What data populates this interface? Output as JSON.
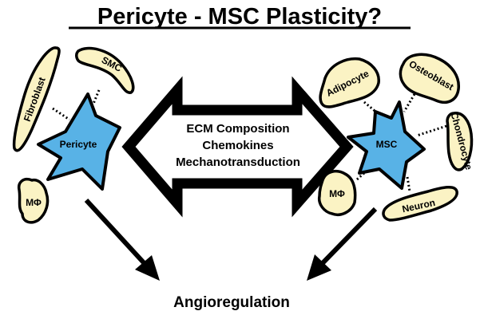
{
  "title": "Pericyte - MSC Plasticity?",
  "left_cells": {
    "center": "Pericyte",
    "fibroblast": "Fibroblast",
    "smc": "SMC",
    "macrophage": "MΦ"
  },
  "right_cells": {
    "center": "MSC",
    "adipocyte": "Adipocyte",
    "osteoblast": "Osteoblast",
    "chondrocyte": "Chondrocyte",
    "neuron": "Neuron",
    "macrophage": "MΦ"
  },
  "center_factors": [
    "ECM Composition",
    "Chemokines",
    "Mechanotransduction"
  ],
  "bottom_label": "Angioregulation",
  "colors": {
    "cell_fill": "#fbf3c4",
    "star_fill": "#58b2e6",
    "outline": "#000000"
  }
}
